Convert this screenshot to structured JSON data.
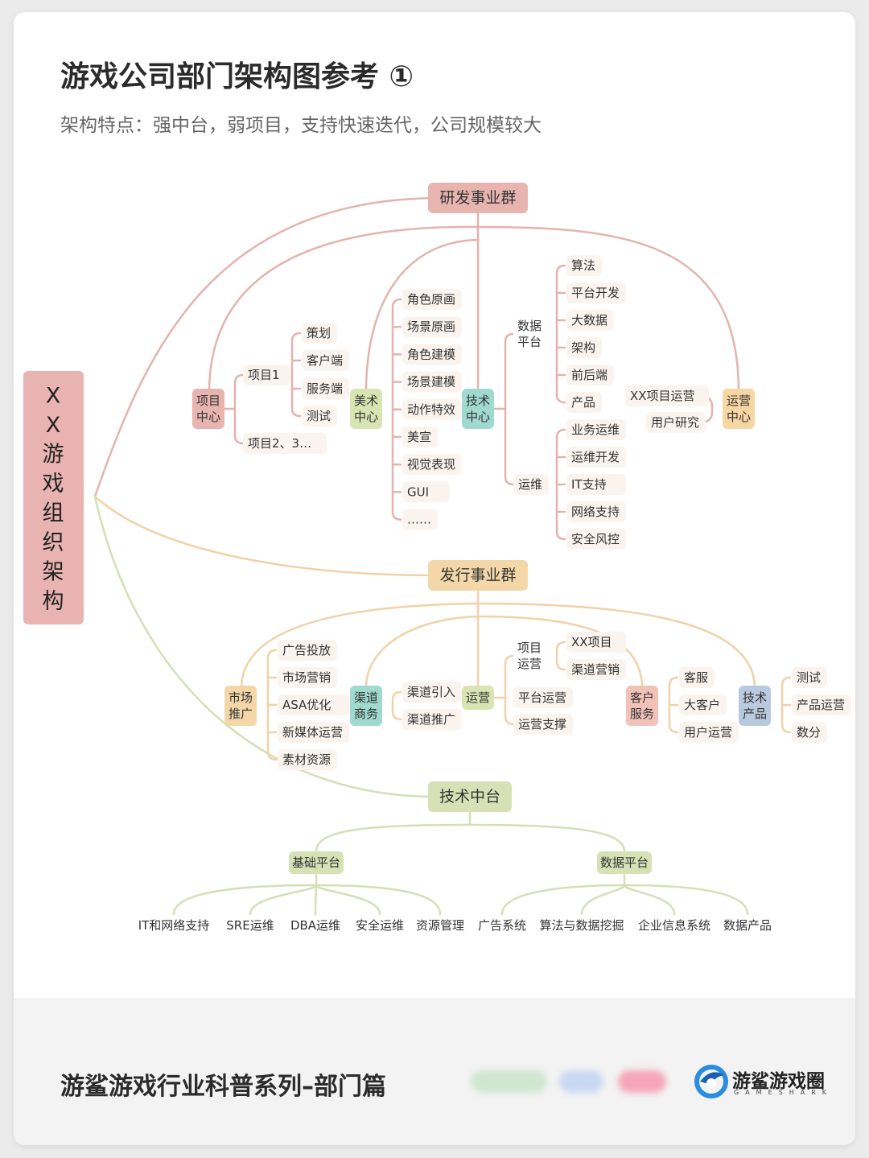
{
  "title": "游戏公司部门架构图参考 ①",
  "subtitle": "架构特点：强中台，弱项目，支持快速迭代，公司规模较大",
  "root": "XX游戏组织架构",
  "groups": {
    "rd": "研发事业群",
    "pub": "发行事业群",
    "tech": "技术中台"
  },
  "rd": {
    "project_center": "项目中心",
    "project1": "项目1",
    "project1_items": [
      "策划",
      "客户端",
      "服务端",
      "测试"
    ],
    "project_more": "项目2、3…",
    "art_center": "美术中心",
    "art_items": [
      "角色原画",
      "场景原画",
      "角色建模",
      "场景建模",
      "动作特效",
      "美宣",
      "视觉表现",
      "GUI",
      "……"
    ],
    "tech_center": "技术中心",
    "data_platform": "数据平台",
    "data_items": [
      "算法",
      "平台开发",
      "大数据",
      "架构",
      "前后端",
      "产品"
    ],
    "ops": "运维",
    "ops_items": [
      "业务运维",
      "运维开发",
      "IT支持",
      "网络支持",
      "安全风控"
    ],
    "op_center": "运营中心",
    "op_items": [
      "XX项目运营",
      "用户研究"
    ]
  },
  "pub": {
    "market": "市场推广",
    "market_items": [
      "广告投放",
      "市场营销",
      "ASA优化",
      "新媒体运营",
      "素材资源"
    ],
    "channel": "渠道商务",
    "channel_items": [
      "渠道引入",
      "渠道推广"
    ],
    "operation": "运营",
    "project_ops": "项目运营",
    "project_ops_items": [
      "XX项目",
      "渠道营销"
    ],
    "operation_items": [
      "平台运营",
      "运营支撑"
    ],
    "cs": "客户服务",
    "cs_items": [
      "客服",
      "大客户",
      "用户运营"
    ],
    "tech_product": "技术产品",
    "tech_product_items": [
      "测试",
      "产品运营",
      "数分"
    ]
  },
  "tech": {
    "base": "基础平台",
    "base_items": [
      "IT和网络支持",
      "SRE运维",
      "DBA运维",
      "安全运维",
      "资源管理"
    ],
    "data": "数据平台",
    "data_items": [
      "广告系统",
      "算法与数据挖掘",
      "企业信息系统",
      "数据产品"
    ]
  },
  "footer": "游鲨游戏行业科普系列–部门篇",
  "logo": {
    "name": "游鲨游戏圈",
    "sub": "GAMESHARK"
  },
  "colors": {
    "rd": "#e8b4b0",
    "rd_line": "#e4b3ad",
    "pub": "#f3d7a8",
    "pub_line": "#f0d2a8",
    "tech": "#d6e2b6",
    "tech_line": "#d3e0b5",
    "art": "#d9e4b3",
    "tech_center": "#9fd9cf",
    "op_center": "#f6d6a2",
    "cs": "#f1c2b8",
    "tech_product": "#b9c9de",
    "root": "#e9b3b1",
    "pill": "#fbf4ee"
  }
}
